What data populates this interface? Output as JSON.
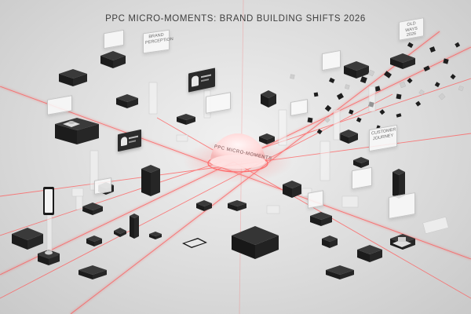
{
  "title": "PPC MICRO-MOMENTS: BRAND BUILDING SHIFTS 2026",
  "hub_label": "PPC MICRO-MOMENTS",
  "signs": {
    "brand_perception": "BRAND PERCEPTION",
    "old_ways": "OLD WAYS 2026",
    "customer_journey": "CUSTOMER JOURNEY"
  },
  "colors": {
    "laser": "#ff5a5a",
    "hub_glow": "#ffd3d3",
    "block_dark": "#1f1f1f",
    "floor": "#dcdcdc"
  }
}
